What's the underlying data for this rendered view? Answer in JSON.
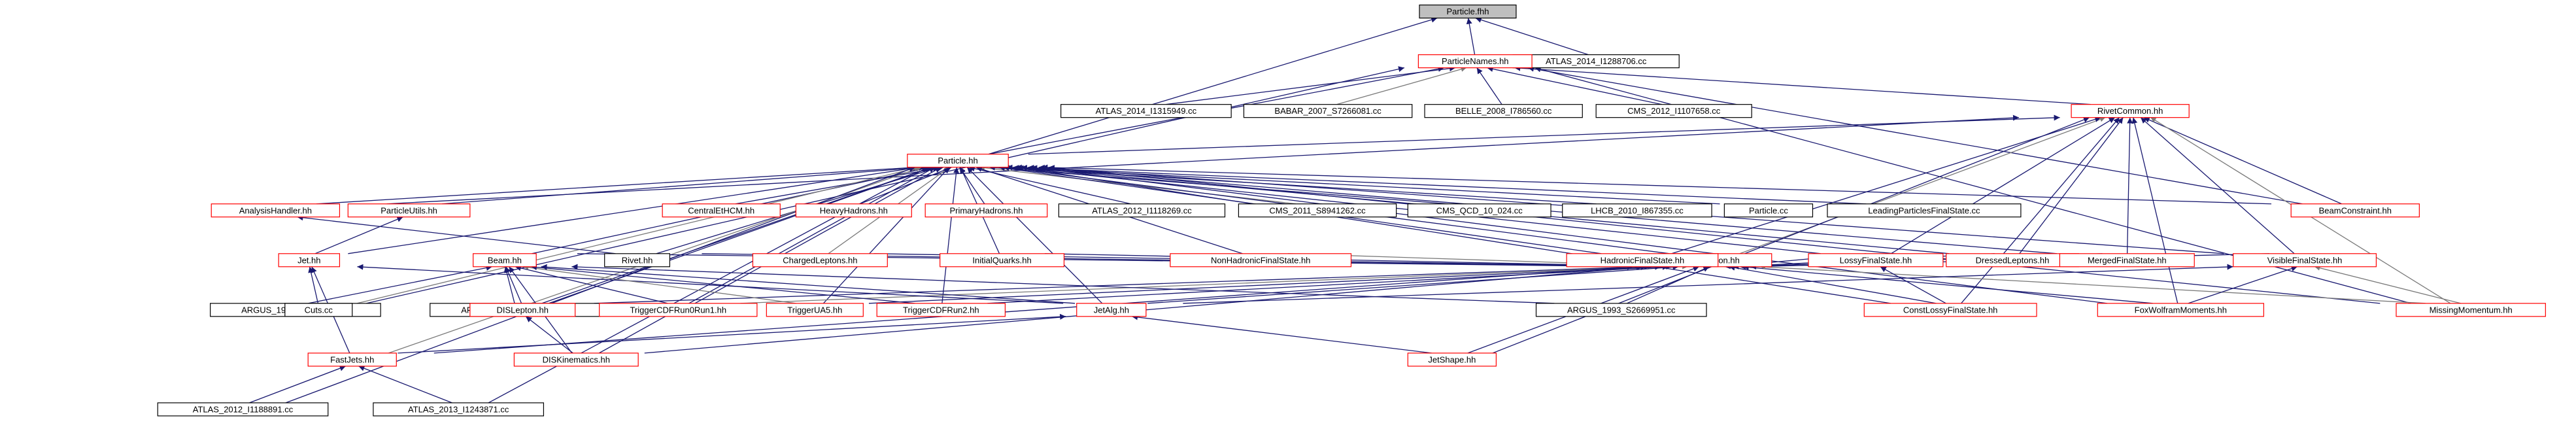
{
  "colors": {
    "edge_primary": "#191970",
    "edge_secondary": "#7a7a7a",
    "node_border_red": "#ff0000",
    "node_border_black": "#000000",
    "root_fill": "#bfbfbf",
    "text": "#000000"
  },
  "nodes": [
    {
      "id": "particle_fhh",
      "label": "Particle.fhh",
      "border": "black",
      "root": true
    },
    {
      "id": "atlas_i1288706",
      "label": "ATLAS_2014_I1288706.cc",
      "border": "black"
    },
    {
      "id": "particlenames",
      "label": "ParticleNames.hh",
      "border": "red"
    },
    {
      "id": "atlas_i1315949",
      "label": "ATLAS_2014_I1315949.cc",
      "border": "black"
    },
    {
      "id": "babar_s7266081",
      "label": "BABAR_2007_S7266081.cc",
      "border": "black"
    },
    {
      "id": "belle_i786560",
      "label": "BELLE_2008_I786560.cc",
      "border": "black"
    },
    {
      "id": "cms_i1107658",
      "label": "CMS_2012_I1107658.cc",
      "border": "black"
    },
    {
      "id": "rivetcommon",
      "label": "RivetCommon.hh",
      "border": "red"
    },
    {
      "id": "particle_hh",
      "label": "Particle.hh",
      "border": "red"
    },
    {
      "id": "beamconstraint",
      "label": "BeamConstraint.hh",
      "border": "red"
    },
    {
      "id": "analysishandler",
      "label": "AnalysisHandler.hh",
      "border": "red"
    },
    {
      "id": "particleutils",
      "label": "ParticleUtils.hh",
      "border": "red"
    },
    {
      "id": "centraletherm",
      "label": "CentralEtHCM.hh",
      "border": "red"
    },
    {
      "id": "heavyhadrons",
      "label": "HeavyHadrons.hh",
      "border": "red"
    },
    {
      "id": "primaryhadrons",
      "label": "PrimaryHadrons.hh",
      "border": "red"
    },
    {
      "id": "atlas_i1118269",
      "label": "ATLAS_2012_I1118269.cc",
      "border": "black"
    },
    {
      "id": "cms_s8941262",
      "label": "CMS_2011_S8941262.cc",
      "border": "black"
    },
    {
      "id": "cms_qcd_10_024",
      "label": "CMS_QCD_10_024.cc",
      "border": "black"
    },
    {
      "id": "lhcb_i867355",
      "label": "LHCB_2010_I867355.cc",
      "border": "black"
    },
    {
      "id": "particle_cc",
      "label": "Particle.cc",
      "border": "black"
    },
    {
      "id": "leadingparticles",
      "label": "LeadingParticlesFinalState.cc",
      "border": "black"
    },
    {
      "id": "projection",
      "label": "Projection.hh",
      "border": "red"
    },
    {
      "id": "jet_hh",
      "label": "Jet.hh",
      "border": "red"
    },
    {
      "id": "beam",
      "label": "Beam.hh",
      "border": "red"
    },
    {
      "id": "rivet_hh",
      "label": "Rivet.hh",
      "border": "black"
    },
    {
      "id": "chargedleptons",
      "label": "ChargedLeptons.hh",
      "border": "red"
    },
    {
      "id": "initialquarks",
      "label": "InitialQuarks.hh",
      "border": "red"
    },
    {
      "id": "nonhadronic",
      "label": "NonHadronicFinalState.hh",
      "border": "red"
    },
    {
      "id": "hadronicfinal",
      "label": "HadronicFinalState.hh",
      "border": "red"
    },
    {
      "id": "lossyfinal",
      "label": "LossyFinalState.hh",
      "border": "red"
    },
    {
      "id": "dressedleptons",
      "label": "DressedLeptons.hh",
      "border": "red"
    },
    {
      "id": "mergedfinal",
      "label": "MergedFinalState.hh",
      "border": "red"
    },
    {
      "id": "visiblefinal",
      "label": "VisibleFinalState.hh",
      "border": "red"
    },
    {
      "id": "argus_s2789213",
      "label": "ARGUS_1993_S2789213.cc",
      "border": "black"
    },
    {
      "id": "cuts_cc",
      "label": "Cuts.cc",
      "border": "black"
    },
    {
      "id": "argus_s2653028",
      "label": "ARGUS_1993_S2653028.cc",
      "border": "black"
    },
    {
      "id": "dislepton",
      "label": "DISLepton.hh",
      "border": "red"
    },
    {
      "id": "triggercdfrun0run1",
      "label": "TriggerCDFRun0Run1.hh",
      "border": "red"
    },
    {
      "id": "triggerua5",
      "label": "TriggerUA5.hh",
      "border": "red"
    },
    {
      "id": "triggercdfrun2",
      "label": "TriggerCDFRun2.hh",
      "border": "red"
    },
    {
      "id": "jetalg",
      "label": "JetAlg.hh",
      "border": "red"
    },
    {
      "id": "argus_s2669951",
      "label": "ARGUS_1993_S2669951.cc",
      "border": "black"
    },
    {
      "id": "constlossy",
      "label": "ConstLossyFinalState.hh",
      "border": "red"
    },
    {
      "id": "foxwolfram",
      "label": "FoxWolframMoments.hh",
      "border": "red"
    },
    {
      "id": "missingmomentum",
      "label": "MissingMomentum.hh",
      "border": "red"
    },
    {
      "id": "fastjets",
      "label": "FastJets.hh",
      "border": "red"
    },
    {
      "id": "diskinematics",
      "label": "DISKinematics.hh",
      "border": "red"
    },
    {
      "id": "jetshape",
      "label": "JetShape.hh",
      "border": "red"
    },
    {
      "id": "atlas_i1188891",
      "label": "ATLAS_2012_I1188891.cc",
      "border": "black"
    },
    {
      "id": "atlas_i1243871",
      "label": "ATLAS_2013_I1243871.cc",
      "border": "black"
    }
  ],
  "edges": [
    [
      "particle_fhh",
      "particlenames"
    ],
    [
      "particle_fhh",
      "atlas_i1288706"
    ],
    [
      "particle_fhh",
      "particle_hh"
    ],
    [
      "particlenames",
      "atlas_i1315949"
    ],
    [
      "particlenames",
      "babar_s7266081"
    ],
    [
      "particlenames",
      "belle_i786560"
    ],
    [
      "particlenames",
      "cms_i1107658"
    ],
    [
      "particlenames",
      "rivetcommon"
    ],
    [
      "particlenames",
      "particle_hh"
    ],
    [
      "particlenames",
      "beamconstraint"
    ],
    [
      "particlenames",
      "argus_s2789213"
    ],
    [
      "particlenames",
      "missingmomentum"
    ],
    [
      "rivetcommon",
      "particle_hh"
    ],
    [
      "rivetcommon",
      "projection"
    ],
    [
      "rivetcommon",
      "beamconstraint"
    ],
    [
      "rivetcommon",
      "lossyfinal"
    ],
    [
      "rivetcommon",
      "dressedleptons"
    ],
    [
      "rivetcommon",
      "mergedfinal"
    ],
    [
      "rivetcommon",
      "visiblefinal"
    ],
    [
      "rivetcommon",
      "hadronicfinal"
    ],
    [
      "rivetcommon",
      "constlossy"
    ],
    [
      "rivetcommon",
      "foxwolfram"
    ],
    [
      "rivetcommon",
      "missingmomentum"
    ],
    [
      "rivetcommon",
      "jetshape"
    ],
    [
      "rivetcommon",
      "analysishandler"
    ],
    [
      "particle_hh",
      "analysishandler"
    ],
    [
      "particle_hh",
      "particleutils"
    ],
    [
      "particle_hh",
      "centraletherm"
    ],
    [
      "particle_hh",
      "heavyhadrons"
    ],
    [
      "particle_hh",
      "primaryhadrons"
    ],
    [
      "particle_hh",
      "atlas_i1118269"
    ],
    [
      "particle_hh",
      "cms_s8941262"
    ],
    [
      "particle_hh",
      "cms_qcd_10_024"
    ],
    [
      "particle_hh",
      "lhcb_i867355"
    ],
    [
      "particle_hh",
      "particle_cc"
    ],
    [
      "particle_hh",
      "leadingparticles"
    ],
    [
      "particle_hh",
      "projection"
    ],
    [
      "particle_hh",
      "jet_hh"
    ],
    [
      "particle_hh",
      "beam"
    ],
    [
      "particle_hh",
      "rivet_hh"
    ],
    [
      "particle_hh",
      "chargedleptons"
    ],
    [
      "particle_hh",
      "initialquarks"
    ],
    [
      "particle_hh",
      "nonhadronic"
    ],
    [
      "particle_hh",
      "hadronicfinal"
    ],
    [
      "particle_hh",
      "lossyfinal"
    ],
    [
      "particle_hh",
      "dressedleptons"
    ],
    [
      "particle_hh",
      "mergedfinal"
    ],
    [
      "particle_hh",
      "visiblefinal"
    ],
    [
      "particle_hh",
      "beamconstraint"
    ],
    [
      "particle_hh",
      "cuts_cc"
    ],
    [
      "particle_hh",
      "argus_s2653028"
    ],
    [
      "particle_hh",
      "dislepton"
    ],
    [
      "particle_hh",
      "triggercdfrun0run1"
    ],
    [
      "particle_hh",
      "triggerua5"
    ],
    [
      "particle_hh",
      "triggercdfrun2"
    ],
    [
      "particle_hh",
      "jetalg"
    ],
    [
      "particle_hh",
      "constlossy"
    ],
    [
      "particle_hh",
      "foxwolfram"
    ],
    [
      "particle_hh",
      "fastjets"
    ],
    [
      "particle_hh",
      "diskinematics"
    ],
    [
      "particle_hh",
      "atlas_i1188891"
    ],
    [
      "particle_hh",
      "atlas_i1243871"
    ],
    [
      "particle_hh",
      "missingmomentum"
    ],
    [
      "analysishandler",
      "rivet_hh"
    ],
    [
      "particleutils",
      "jet_hh"
    ],
    [
      "projection",
      "chargedleptons"
    ],
    [
      "projection",
      "initialquarks"
    ],
    [
      "projection",
      "nonhadronic"
    ],
    [
      "projection",
      "hadronicfinal"
    ],
    [
      "projection",
      "lossyfinal"
    ],
    [
      "projection",
      "dressedleptons"
    ],
    [
      "projection",
      "mergedfinal"
    ],
    [
      "projection",
      "visiblefinal"
    ],
    [
      "projection",
      "rivet_hh"
    ],
    [
      "projection",
      "beam"
    ],
    [
      "projection",
      "dislepton"
    ],
    [
      "projection",
      "triggercdfrun0run1"
    ],
    [
      "projection",
      "triggerua5"
    ],
    [
      "projection",
      "triggercdfrun2"
    ],
    [
      "projection",
      "jetalg"
    ],
    [
      "projection",
      "constlossy"
    ],
    [
      "projection",
      "foxwolfram"
    ],
    [
      "projection",
      "fastjets"
    ],
    [
      "projection",
      "diskinematics"
    ],
    [
      "projection",
      "jetshape"
    ],
    [
      "projection",
      "missingmomentum"
    ],
    [
      "projection",
      "argus_s2669951"
    ],
    [
      "jet_hh",
      "cuts_cc"
    ],
    [
      "jet_hh",
      "fastjets"
    ],
    [
      "jet_hh",
      "jetalg"
    ],
    [
      "beam",
      "argus_s2789213"
    ],
    [
      "beam",
      "argus_s2653028"
    ],
    [
      "beam",
      "dislepton"
    ],
    [
      "beam",
      "triggercdfrun0run1"
    ],
    [
      "beam",
      "triggerua5"
    ],
    [
      "beam",
      "triggercdfrun2"
    ],
    [
      "beam",
      "diskinematics"
    ],
    [
      "beam",
      "argus_s2669951"
    ],
    [
      "beam",
      "jetalg"
    ],
    [
      "dislepton",
      "diskinematics"
    ],
    [
      "lossyfinal",
      "constlossy"
    ],
    [
      "visiblefinal",
      "jetalg"
    ],
    [
      "visiblefinal",
      "foxwolfram"
    ],
    [
      "visiblefinal",
      "missingmomentum"
    ],
    [
      "jetalg",
      "fastjets"
    ],
    [
      "jetalg",
      "jetshape"
    ],
    [
      "fastjets",
      "atlas_i1188891"
    ],
    [
      "fastjets",
      "atlas_i1243871"
    ]
  ]
}
